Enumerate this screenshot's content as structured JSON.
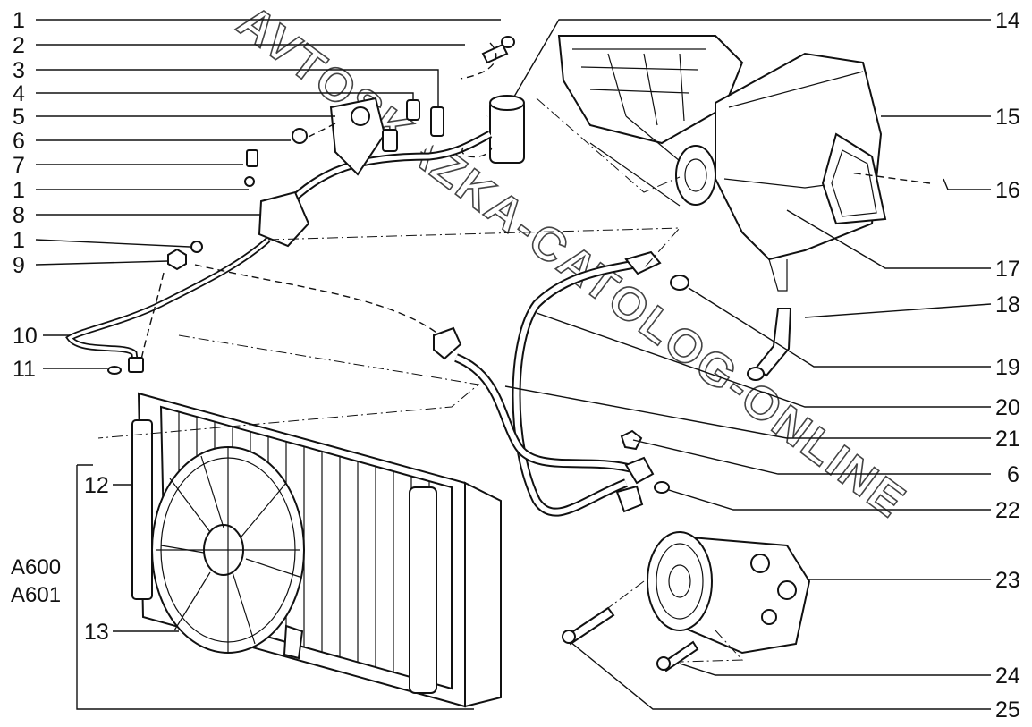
{
  "watermark": "AVTOSKAZKA-CATOLOG-ONLINE",
  "models": [
    "A600",
    "A601"
  ],
  "callouts_left": [
    "1",
    "2",
    "3",
    "4",
    "5",
    "6",
    "7",
    "1",
    "8",
    "1",
    "9",
    "10",
    "11",
    "12",
    "13"
  ],
  "callouts_right": [
    "14",
    "15",
    "16",
    "17",
    "18",
    "19",
    "20",
    "21",
    "6",
    "22",
    "23",
    "24",
    "25"
  ]
}
